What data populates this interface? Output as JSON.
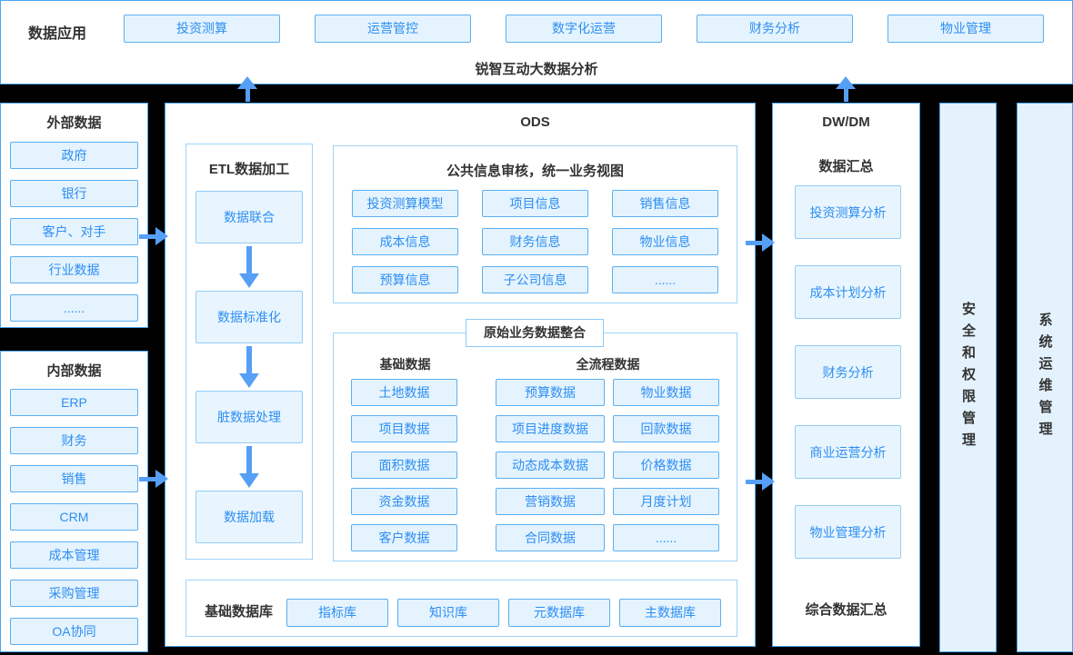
{
  "colors": {
    "accent_blue": "#2e8ef2",
    "node_fill": "#e4f3fe",
    "node_border": "#5caff0",
    "panel_border": "#4da6f0",
    "arrow": "#569ff6",
    "text_dark": "#333333"
  },
  "top": {
    "label": "数据应用",
    "buttons": [
      "投资测算",
      "运营管控",
      "数字化运营",
      "财务分析",
      "物业管理"
    ],
    "subtitle": "锐智互动大数据分析"
  },
  "external": {
    "title": "外部数据",
    "items": [
      "政府",
      "银行",
      "客户、对手",
      "行业数据",
      "......"
    ]
  },
  "internal": {
    "title": "内部数据",
    "items": [
      "ERP",
      "财务",
      "销售",
      "CRM",
      "成本管理",
      "采购管理",
      "OA协同"
    ]
  },
  "ods": {
    "title": "ODS",
    "etl": {
      "title": "ETL数据加工",
      "steps": [
        "数据联合",
        "数据标准化",
        "脏数据处理",
        "数据加载"
      ]
    },
    "common": {
      "title": "公共信息审核，统一业务视图",
      "items": [
        "投资测算模型",
        "项目信息",
        "销售信息",
        "成本信息",
        "财务信息",
        "物业信息",
        "预算信息",
        "子公司信息",
        "......"
      ]
    },
    "raw": {
      "label": "原始业务数据整合",
      "base_header": "基础数据",
      "flow_header": "全流程数据",
      "base_items": [
        "土地数据",
        "项目数据",
        "面积数据",
        "资金数据",
        "客户数据"
      ],
      "flow_col1": [
        "预算数据",
        "项目进度数据",
        "动态成本数据",
        "营销数据",
        "合同数据"
      ],
      "flow_col2": [
        "物业数据",
        "回款数据",
        "价格数据",
        "月度计划",
        "......"
      ]
    },
    "basedb": {
      "title": "基础数据库",
      "items": [
        "指标库",
        "知识库",
        "元数据库",
        "主数据库"
      ]
    }
  },
  "dwdm": {
    "title": "DW/DM",
    "summary_label": "数据汇总",
    "items": [
      "投资测算分析",
      "成本计划分析",
      "财务分析",
      "商业运营分析",
      "物业管理分析"
    ],
    "footer": "综合数据汇总"
  },
  "side_bars": {
    "security": "安全和权限管理",
    "ops": "系统运维管理"
  }
}
